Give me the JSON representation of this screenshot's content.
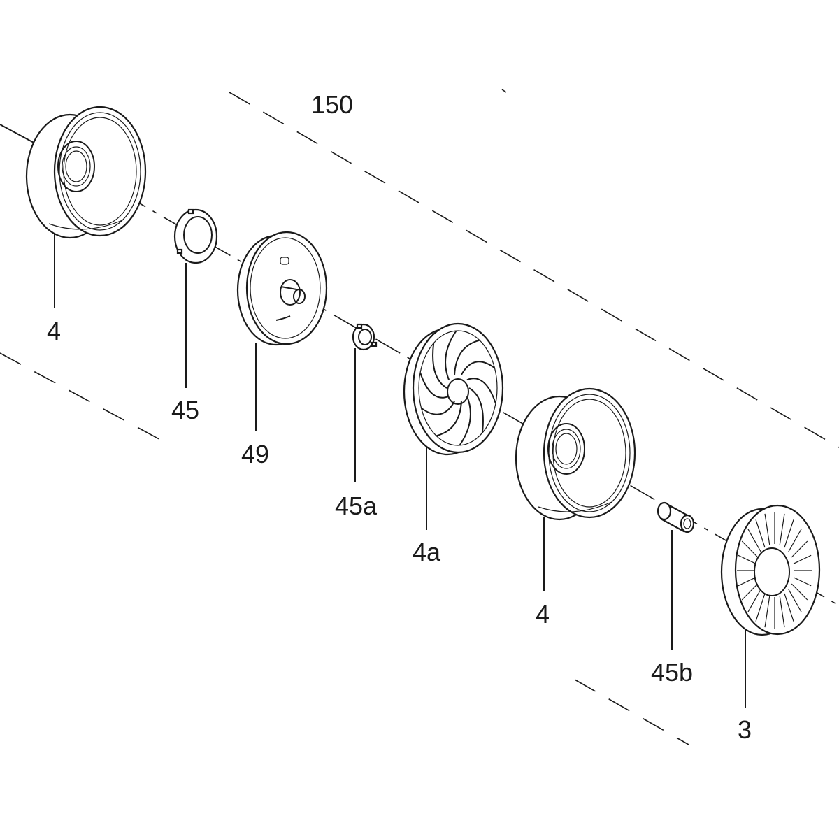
{
  "assembly_label": "150",
  "parts": [
    {
      "id": "disc-left",
      "label": "4",
      "kind": "chamber-disc"
    },
    {
      "id": "ring-45",
      "label": "45",
      "kind": "thrust-ring"
    },
    {
      "id": "plate-49",
      "label": "49",
      "kind": "cover-plate"
    },
    {
      "id": "ring-45a",
      "label": "45a",
      "kind": "nut-ring"
    },
    {
      "id": "impeller-4a",
      "label": "4a",
      "kind": "impeller"
    },
    {
      "id": "disc-right",
      "label": "4",
      "kind": "chamber-disc"
    },
    {
      "id": "bush-45b",
      "label": "45b",
      "kind": "bushing"
    },
    {
      "id": "disc-3",
      "label": "3",
      "kind": "diffuser"
    }
  ]
}
